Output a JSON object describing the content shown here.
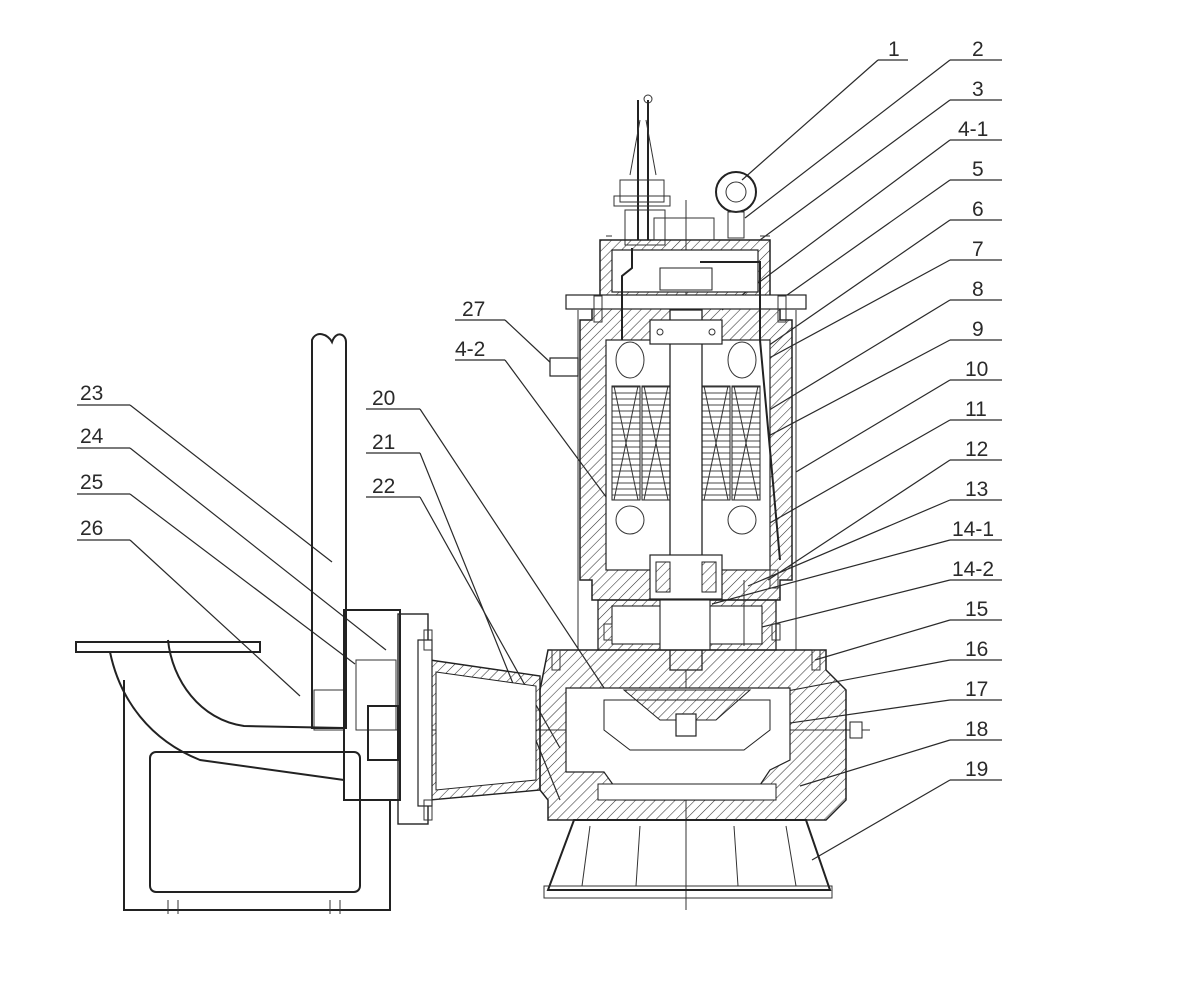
{
  "diagram": {
    "callouts_right": [
      "1",
      "2",
      "3",
      "4-1",
      "5",
      "6",
      "7",
      "8",
      "9",
      "10",
      "11",
      "12",
      "13",
      "14-1",
      "14-2",
      "15",
      "16",
      "17",
      "18",
      "19"
    ],
    "callouts_left": [
      "27",
      "4-2",
      "20",
      "21",
      "22",
      "23",
      "24",
      "25",
      "26"
    ]
  }
}
